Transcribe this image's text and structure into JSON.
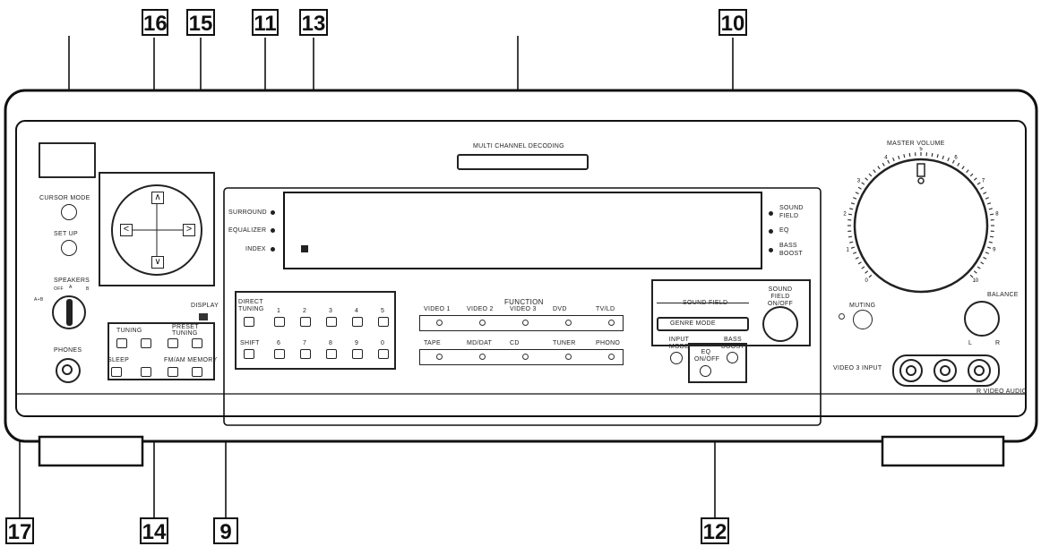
{
  "callouts": {
    "c16": "16",
    "c15": "15",
    "c11": "11",
    "c13": "13",
    "c10": "10",
    "c17": "17",
    "c14": "14",
    "c9": "9",
    "c12": "12"
  },
  "labels": {
    "multi_channel": "MULTI CHANNEL DECODING",
    "master_volume": "MASTER VOLUME",
    "cursor_mode": "CURSOR MODE",
    "set_up": "SET UP",
    "speakers": "SPEAKERS",
    "speakers_off": "OFF",
    "speakers_ab": "A+B",
    "speakers_a": "A",
    "speakers_b": "B",
    "phones": "PHONES",
    "surround": "SURROUND",
    "equalizer": "EQUALIZER",
    "index": "INDEX",
    "sound_field_ind": "SOUND FIELD",
    "eq_ind": "EQ",
    "bass_boost_ind": "BASS BOOST",
    "display": "DISPLAY",
    "direct_tuning": "DIRECT TUNING",
    "shift": "SHIFT",
    "tuning": "TUNING",
    "preset_tuning": "PRESET TUNING",
    "sleep": "SLEEP",
    "fm_am_memory": "FM/AM MEMORY",
    "function": "FUNCTION",
    "sound_field": "SOUND FIELD",
    "genre_mode": "GENRE MODE",
    "sound_field_onoff": "SOUND FIELD ON/OFF",
    "input_mode": "INPUT MODE",
    "eq_onoff": "EQ ON/OFF",
    "bass_boost": "BASS BOOST",
    "muting": "MUTING",
    "balance": "BALANCE",
    "balance_l": "L",
    "balance_r": "R",
    "video3_input": "VIDEO 3 INPUT",
    "l_video_audio": "R VIDEO AUDIO"
  },
  "number_row1": [
    "1",
    "2",
    "3",
    "4",
    "5"
  ],
  "number_row2": [
    "6",
    "7",
    "8",
    "9",
    "0"
  ],
  "function_row1": [
    "VIDEO 1",
    "VIDEO 2",
    "VIDEO 3",
    "DVD",
    "TV/LD"
  ],
  "function_row2": [
    "TAPE",
    "MD/DAT",
    "CD",
    "TUNER",
    "PHONO"
  ],
  "volume_scale": [
    "0",
    "1",
    "2",
    "3",
    "4",
    "5",
    "6",
    "7",
    "8",
    "9",
    "10"
  ]
}
